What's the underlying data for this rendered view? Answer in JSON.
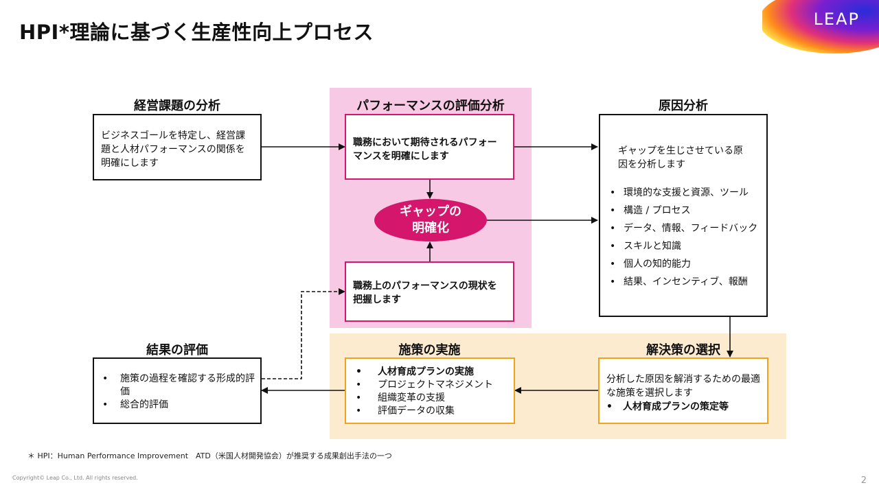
{
  "title": "HPI*理論に基づく生産性向上プロセス",
  "logo": {
    "text": "LEAP"
  },
  "sections": {
    "business_analysis": {
      "header": "経営課題の分析",
      "text": "ビジネスゴールを特定し、経営課題と人材パフォーマンスの関係を明確にします"
    },
    "performance_analysis": {
      "header": "パフォーマンスの評価分析",
      "expected": "職務において期待されるパフォーマンスを明確にします",
      "gap": "ギャップの明確化",
      "current": "職務上のパフォーマンスの現状を把握します"
    },
    "cause_analysis": {
      "header": "原因分析",
      "text": "ギャップを生じさせている原因を分析します",
      "items": [
        "環境的な支援と資源、ツール",
        "構造 / プロセス",
        "データ、情報、フィードバック",
        "スキルと知識",
        "個人の知的能力",
        "結果、インセンティブ、報酬"
      ]
    },
    "solution_selection": {
      "header": "解決策の選択",
      "text": "分析した原因を解消するための最適な施策を選択します",
      "bullet": "人材育成プランの策定等"
    },
    "implementation": {
      "header": "施策の実施",
      "items": [
        "人材育成プランの実施",
        "プロジェクトマネジメント",
        "組織変革の支援",
        "評価データの収集"
      ]
    },
    "evaluation": {
      "header": "結果の評価",
      "items": [
        "施策の過程を確認する形成的評価",
        "総合的評価"
      ]
    }
  },
  "footnote": "＊ HPI：Human Performance Improvement　ATD（米国人材開発協会）が推奨する成果創出手法の一つ",
  "copyright": "Copyright© Leap Co., Ltd.  All rights reserved.",
  "page_number": "2",
  "colors": {
    "magenta": "#d4176d",
    "pink_bg": "#f8c9e4",
    "orange": "#f0a21c",
    "yellow_bg": "#fdebd0"
  }
}
